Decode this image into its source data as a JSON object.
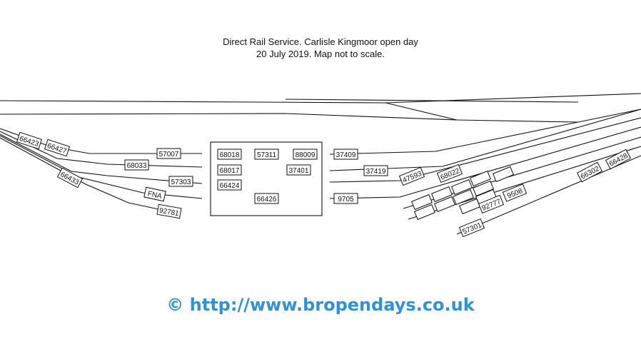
{
  "header": {
    "line1": "Direct Rail Service. Carlisle Kingmoor open day",
    "line2": "20 July 2019. Map not to scale."
  },
  "footer": {
    "copyright": "© http://www.bropendays.co.uk"
  },
  "colors": {
    "footer_link": "#2f93d3",
    "lines": "#111111"
  },
  "labels": {
    "l66423": "66423",
    "l66427": "66427",
    "l57007": "57007",
    "l68033": "68033",
    "l66433": "66433",
    "l57303": "57303",
    "lFNA": "FNA",
    "l92781": "92781",
    "l68018": "68018",
    "l57311": "57311",
    "l88009": "88009",
    "l68017": "68017",
    "l37401": "37401",
    "l66424": "66424",
    "l66426": "66426",
    "l37409": "37409",
    "l37419": "37419",
    "l9705": "9705",
    "l47593": "47593",
    "l68022": "68022",
    "l92777": "92777",
    "l9508": "9508",
    "l66302": "66302",
    "l66428": "66428",
    "l57301": "57301"
  }
}
